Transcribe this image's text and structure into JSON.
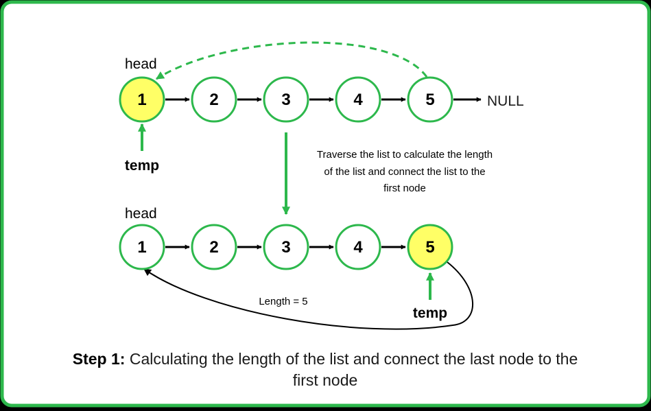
{
  "colors": {
    "frame_border": "#2db84c",
    "node_border": "#2db84c",
    "node_fill": "#ffffff",
    "node_highlight": "#ffff66",
    "pointer_arrow": "#2db84c",
    "link_arrow": "#000000"
  },
  "top_list": {
    "head_label": "head",
    "nodes": [
      "1",
      "2",
      "3",
      "4",
      "5"
    ],
    "null_label": "NULL",
    "pointer_label": "temp"
  },
  "middle_note": {
    "line1": "Traverse the list to calculate the length",
    "line2": "of the list and connect the list to the",
    "line3": "first node"
  },
  "bottom_list": {
    "head_label": "head",
    "nodes": [
      "1",
      "2",
      "3",
      "4",
      "5"
    ],
    "pointer_label": "temp",
    "length_label": "Length = 5"
  },
  "caption": {
    "step_label": "Step 1:",
    "line1_rest": " Calculating the length of the list and connect the last node to the",
    "line2": "first node"
  }
}
